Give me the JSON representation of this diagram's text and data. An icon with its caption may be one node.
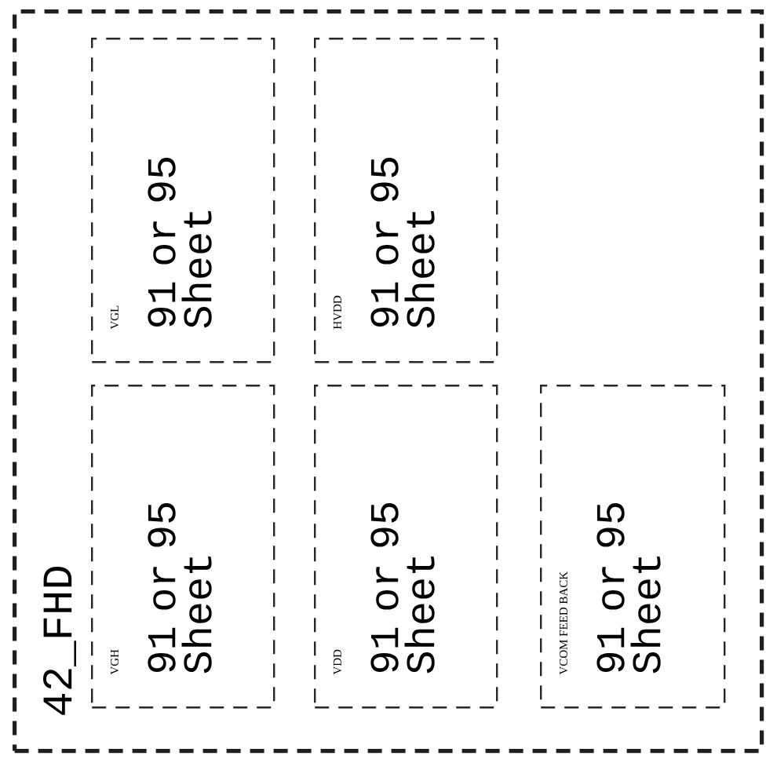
{
  "diagram": {
    "nodes": [
      {
        "text": [
          "42_FHD"
        ]
      },
      {
        "text": [
          "VGL",
          "91 or 95 Sheet"
        ],
        "in": 0
      },
      {
        "text": [
          "HVDD",
          "91 or 95 Sheet"
        ],
        "in": 0
      },
      {
        "text": [
          "VGH",
          "91 or 95 Sheet"
        ],
        "in": 0
      },
      {
        "text": [
          "VDD",
          "91 or 95 Sheet"
        ],
        "in": 0
      },
      {
        "text": [
          "VCOM FEED BACK",
          "91 or 95 Sheet"
        ],
        "in": 0
      }
    ]
  }
}
